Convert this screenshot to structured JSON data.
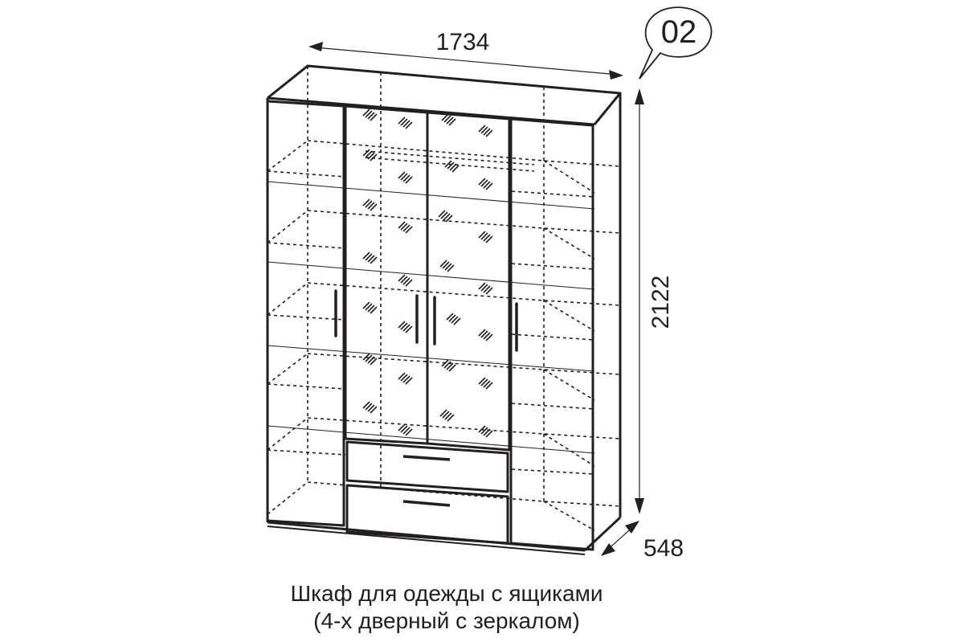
{
  "badge": {
    "number": "02"
  },
  "dimensions": {
    "width": "1734",
    "height": "2122",
    "depth": "548"
  },
  "caption": {
    "line1": "Шкаф для одежды с ящиками",
    "line2": "(4-х дверный с зеркалом)"
  },
  "colors": {
    "line": "#231f20",
    "background": "#ffffff"
  },
  "drawing": {
    "doors": 4,
    "mirrored_doors": 2,
    "drawers": 2
  }
}
